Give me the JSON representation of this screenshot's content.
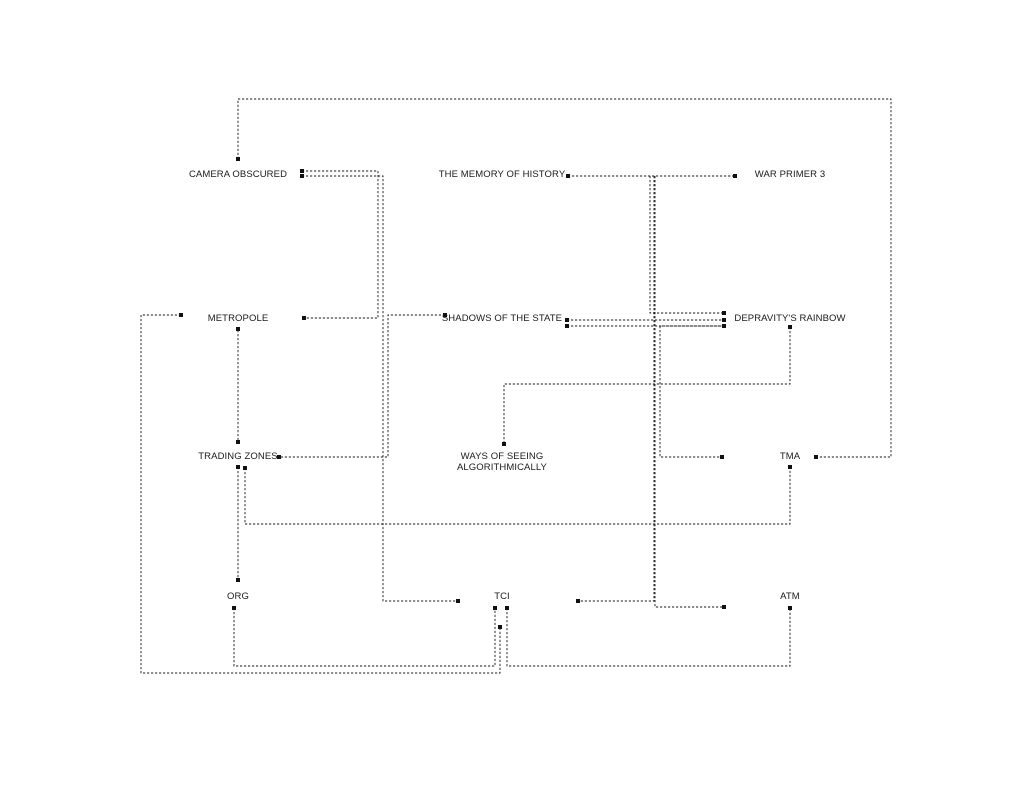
{
  "diagram": {
    "nodes": [
      {
        "id": "camera",
        "label": "CAMERA OBSCURED"
      },
      {
        "id": "memory",
        "label": "THE MEMORY OF HISTORY"
      },
      {
        "id": "war",
        "label": "WAR PRIMER 3"
      },
      {
        "id": "metropole",
        "label": "METROPOLE"
      },
      {
        "id": "shadows",
        "label": "SHADOWS OF THE STATE"
      },
      {
        "id": "depravity",
        "label": "DEPRAVITY'S RAINBOW"
      },
      {
        "id": "trading",
        "label": "TRADING ZONES"
      },
      {
        "id": "ways1",
        "label": "WAYS OF SEEING"
      },
      {
        "id": "ways2",
        "label": "ALGORITHMICALLY"
      },
      {
        "id": "tma",
        "label": "TMA"
      },
      {
        "id": "org",
        "label": "ORG"
      },
      {
        "id": "tci",
        "label": "TCI"
      },
      {
        "id": "atm",
        "label": "ATM"
      }
    ],
    "edges": [
      {
        "from": "camera",
        "to": "tma"
      },
      {
        "from": "camera",
        "to": "metropole"
      },
      {
        "from": "camera",
        "to": "tci"
      },
      {
        "from": "memory",
        "to": "war"
      },
      {
        "from": "memory",
        "to": "depravity"
      },
      {
        "from": "memory",
        "to": "tci"
      },
      {
        "from": "war",
        "to": "atm"
      },
      {
        "from": "shadows",
        "to": "depravity"
      },
      {
        "from": "shadows",
        "to": "trading"
      },
      {
        "from": "depravity",
        "to": "ways"
      },
      {
        "from": "depravity",
        "to": "tma"
      },
      {
        "from": "metropole",
        "to": "trading"
      },
      {
        "from": "metropole",
        "to": "tci"
      },
      {
        "from": "trading",
        "to": "org"
      },
      {
        "from": "trading",
        "to": "tma"
      },
      {
        "from": "org",
        "to": "tci"
      },
      {
        "from": "tci",
        "to": "atm"
      }
    ]
  }
}
